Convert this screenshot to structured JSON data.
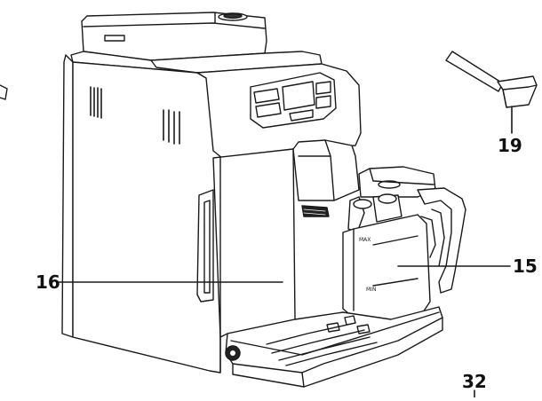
{
  "callouts": {
    "c16": "16",
    "c15": "15",
    "c19": "19",
    "c32": "32"
  },
  "carafe_marks": {
    "max": "MAX",
    "min": "MIN"
  },
  "colors": {
    "line": "#1a1a1a",
    "background": "#ffffff"
  }
}
